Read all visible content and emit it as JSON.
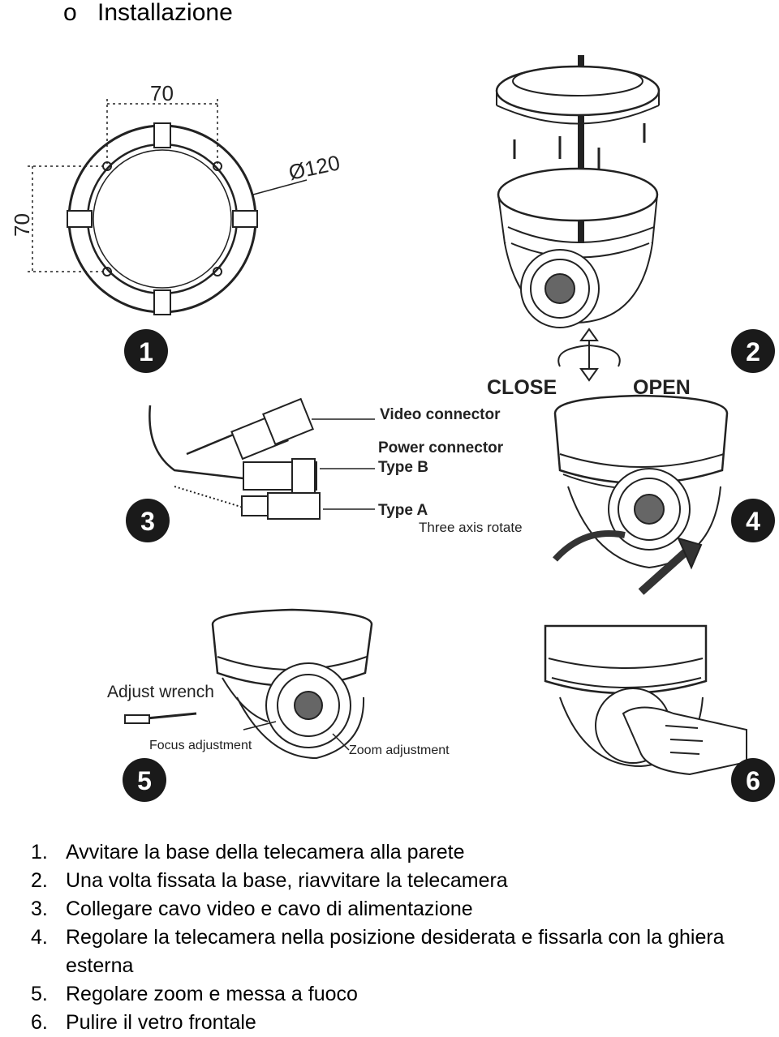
{
  "heading": {
    "bullet": "o",
    "title": "Installazione"
  },
  "drawing": {
    "dimensions": {
      "width": "70",
      "height": "70",
      "diameter": "Ø120"
    },
    "step_badges": [
      "1",
      "2",
      "3",
      "4",
      "5",
      "6"
    ],
    "labels": {
      "close": "CLOSE",
      "open": "OPEN",
      "video_connector": "Video connector",
      "power_connector": "Power connector",
      "type_b": "Type B",
      "type_a": "Type A",
      "three_axis": "Three axis rotate",
      "adjust_wrench": "Adjust  wrench",
      "focus_adjustment": "Focus adjustment",
      "zoom_adjustment": "Zoom adjustment"
    }
  },
  "steps": [
    {
      "num": "1.",
      "text": "Avvitare la base della telecamera alla parete"
    },
    {
      "num": "2.",
      "text": "Una volta fissata la base, riavvitare la telecamera"
    },
    {
      "num": "3.",
      "text": "Collegare cavo video e cavo di alimentazione"
    },
    {
      "num": "4.",
      "text": "Regolare la telecamera nella posizione desiderata e fissarla con la ghiera esterna"
    },
    {
      "num": "5.",
      "text": "Regolare zoom e messa a fuoco"
    },
    {
      "num": "6.",
      "text": "Pulire il vetro frontale"
    }
  ]
}
